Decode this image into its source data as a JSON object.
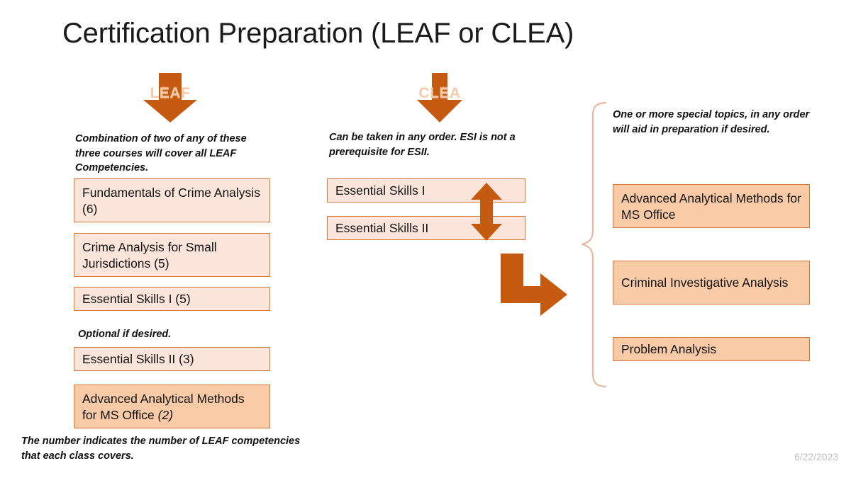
{
  "slide": {
    "title": "Certification Preparation (LEAF or CLEA)",
    "date_stamp": "6/22/2023",
    "colors": {
      "arrow_orange": "#C55A11",
      "box_border": "#D2763A",
      "box_fill_light": "#FBE5DA",
      "box_fill_dark": "#F8CBA6",
      "brace_stroke": "#E8B9A0",
      "title_text": "#1A1A1A",
      "date_text": "#BFBFBF",
      "arrow_label_text": "#F6C9A8"
    }
  },
  "columns": {
    "leaf": {
      "arrow_label": "LEAF",
      "arrow_icon": "down-arrow-icon",
      "note": "Combination of two of any of these three courses will cover all LEAF Competencies.",
      "optional_note": "Optional if desired.",
      "courses": [
        {
          "label": "Fundamentals of Crime Analysis (6)",
          "emphasis": "",
          "fill": "light"
        },
        {
          "label": "Crime Analysis for Small Jurisdictions (5)",
          "emphasis": "",
          "fill": "light"
        },
        {
          "label": "Essential Skills I (5)",
          "emphasis": "",
          "fill": "light"
        }
      ],
      "optional_courses": [
        {
          "label": "Essential Skills II (3)",
          "emphasis": "",
          "fill": "light"
        },
        {
          "label": "Advanced Analytical Methods for MS Office ",
          "emphasis": "(2)",
          "fill": "dark"
        }
      ],
      "footnote": "The number indicates the number of LEAF competencies that each class covers."
    },
    "clea": {
      "arrow_label": "CLEA",
      "arrow_icon": "down-arrow-icon",
      "note_part1": "Can be taken in any order. ESI is ",
      "note_bold": "not",
      "note_part2": " a prerequisite for ESII.",
      "courses": [
        {
          "label": "Essential Skills I",
          "fill": "light"
        },
        {
          "label": "Essential Skills II",
          "fill": "light"
        }
      ],
      "double_arrow_icon": "up-down-arrow-icon",
      "elbow_arrow_icon": "elbow-arrow-down-right-icon"
    },
    "special_topics": {
      "brace_icon": "left-curly-brace-icon",
      "note": "One or more special topics, in any order will aid in preparation if desired.",
      "courses": [
        {
          "label": "Advanced Analytical Methods for MS Office",
          "fill": "dark"
        },
        {
          "label": "Criminal Investigative Analysis",
          "fill": "dark"
        },
        {
          "label": "Problem Analysis",
          "fill": "dark"
        }
      ]
    }
  }
}
